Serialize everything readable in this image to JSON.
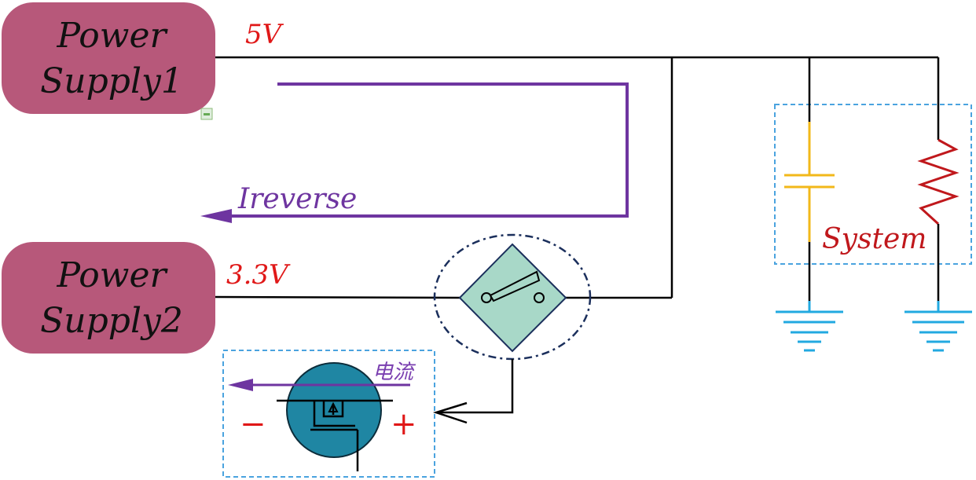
{
  "power_supply_1": {
    "line1": "Power",
    "line2": "Supply1",
    "voltage": "5V"
  },
  "power_supply_2": {
    "line1": "Power",
    "line2": "Supply2",
    "voltage": "3.3V"
  },
  "reverse_current_label": "Ireverse",
  "system_label": "System",
  "mosfet_current_label": "电流",
  "minus_label": "−",
  "plus_label": "+",
  "colors": {
    "supply_fill": "#b7587a",
    "voltage_text": "#e01818",
    "reverse_arrow": "#6e35a0",
    "system_border": "#4aa3df",
    "capacitor": "#f2b81a",
    "resistor": "#c0181c",
    "ground": "#22a9e0",
    "switch_fill": "#a8d8c8",
    "switch_outline": "#1b2f5c",
    "mosfet_fill": "#1f86a3"
  },
  "icons": [
    "switch-icon",
    "mosfet-icon",
    "capacitor-icon",
    "resistor-icon",
    "ground-icon"
  ]
}
